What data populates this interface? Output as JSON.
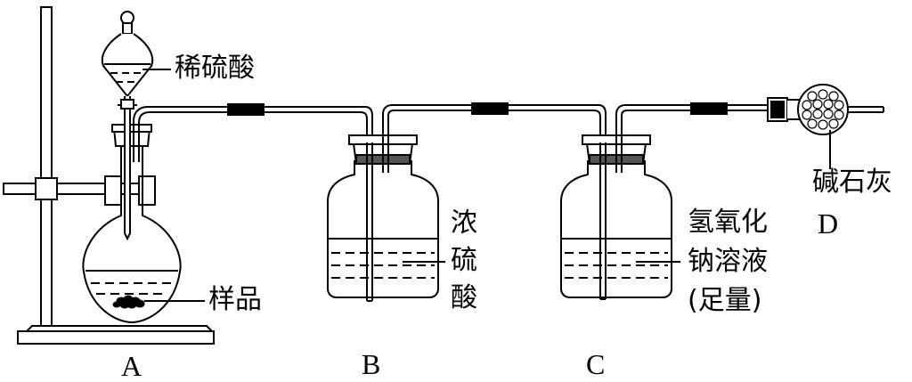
{
  "labels": {
    "acid_dilute": "稀硫酸",
    "sample": "样品",
    "acid_conc": "浓硫酸",
    "naoh": "氢氧化\n钠溶液\n(足量)",
    "soda_lime": "碱石灰",
    "a": "A",
    "b": "B",
    "c": "C",
    "d": "D"
  }
}
